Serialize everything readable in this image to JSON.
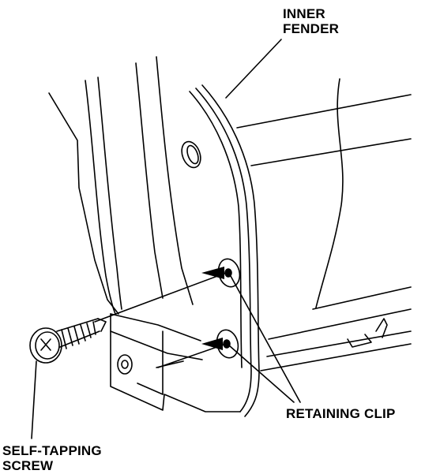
{
  "labels": {
    "inner_fender": [
      "INNER",
      "FENDER"
    ],
    "retaining_clip": "RETAINING CLIP",
    "self_tapping_screw": [
      "SELF-TAPPING",
      "SCREW"
    ]
  },
  "colors": {
    "line": "#000000",
    "background": "#ffffff"
  }
}
